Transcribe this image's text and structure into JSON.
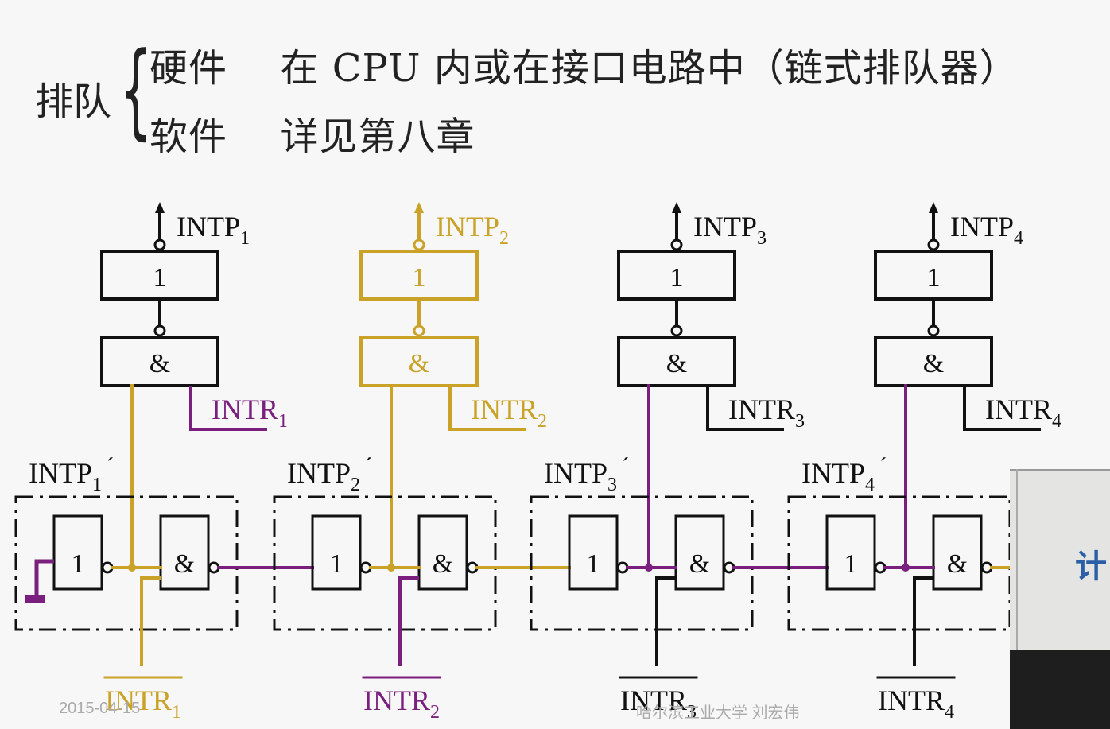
{
  "heading": {
    "group_label": "排队",
    "rows": [
      {
        "label": "硬件",
        "detail": "在 CPU 内或在接口电路中（链式排队器）"
      },
      {
        "label": "软件",
        "detail": "详见第八章"
      }
    ]
  },
  "gates": {
    "not_symbol": "1",
    "and_symbol": "&"
  },
  "stages": [
    {
      "intp": "INTP",
      "intp_sub": "1",
      "intr": "INTR",
      "intr_sub": "1",
      "intp_prime": "INTP",
      "intp_prime_sub": "1",
      "intr_bar": "INTR",
      "intr_bar_sub": "1"
    },
    {
      "intp": "INTP",
      "intp_sub": "2",
      "intr": "INTR",
      "intr_sub": "2",
      "intp_prime": "INTP",
      "intp_prime_sub": "2",
      "intr_bar": "INTR",
      "intr_bar_sub": "2"
    },
    {
      "intp": "INTP",
      "intp_sub": "3",
      "intr": "INTR",
      "intr_sub": "3",
      "intp_prime": "INTP",
      "intp_prime_sub": "3",
      "intr_bar": "INTR",
      "intr_bar_sub": "3"
    },
    {
      "intp": "INTP",
      "intp_sub": "4",
      "intr": "INTR",
      "intr_sub": "4",
      "intp_prime": "INTP",
      "intp_prime_sub": "4",
      "intr_bar": "INTR",
      "intr_bar_sub": "4"
    }
  ],
  "prime_mark": "´",
  "footer": {
    "date": "2015-04-15",
    "author": "哈尔滨工业大学  刘宏伟"
  },
  "inset_text": "计",
  "colors": {
    "black": "#111111",
    "gold": "#c9a227",
    "purple": "#7a1f7e",
    "background": "#f7f7f7"
  }
}
